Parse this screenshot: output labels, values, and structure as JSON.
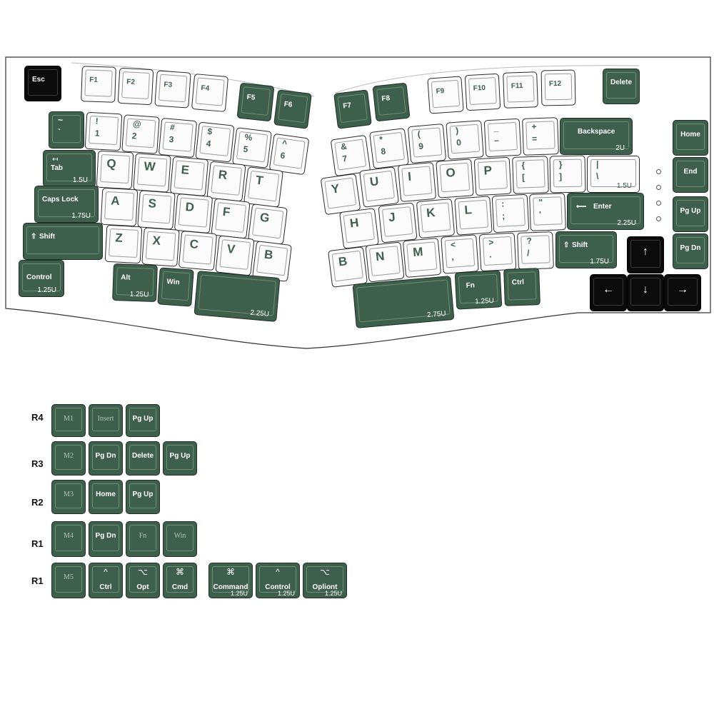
{
  "palette": {
    "green": "#3e5f4b",
    "white": "#fbfbfb",
    "black": "#0b0b0b"
  },
  "keyboard": {
    "esc": "Esc",
    "fn_left": [
      "F1",
      "F2",
      "F3",
      "F4",
      "F5",
      "F6"
    ],
    "fn_right": [
      "F7",
      "F8",
      "F9",
      "F10",
      "F11",
      "F12"
    ],
    "delete": "Delete",
    "tilde": {
      "top": "~",
      "bottom": "`"
    },
    "num_left": [
      {
        "top": "!",
        "bottom": "1"
      },
      {
        "top": "@",
        "bottom": "2"
      },
      {
        "top": "#",
        "bottom": "3"
      },
      {
        "top": "$",
        "bottom": "4"
      },
      {
        "top": "%",
        "bottom": "5"
      },
      {
        "top": "^",
        "bottom": "6"
      }
    ],
    "num_right": [
      {
        "top": "&",
        "bottom": "7"
      },
      {
        "top": "*",
        "bottom": "8"
      },
      {
        "top": "(",
        "bottom": "9"
      },
      {
        "top": ")",
        "bottom": "0"
      },
      {
        "top": "_",
        "bottom": "–"
      },
      {
        "top": "+",
        "bottom": "="
      }
    ],
    "backspace": {
      "label": "Backspace",
      "unit": "2U"
    },
    "home": "Home",
    "end": "End",
    "pgup": "Pg Up",
    "pgdn": "Pg Dn",
    "tab": {
      "label": "Tab",
      "unit": "1.5U"
    },
    "q_left": [
      "Q",
      "W",
      "E",
      "R",
      "T"
    ],
    "q_right": [
      "Y",
      "U",
      "I",
      "O",
      "P"
    ],
    "brackets": [
      {
        "top": "{",
        "bottom": "["
      },
      {
        "top": "}",
        "bottom": "]"
      },
      {
        "top": "|",
        "bottom": "\\"
      }
    ],
    "backslash_unit": "1.5U",
    "caps": {
      "label": "Caps Lock",
      "unit": "1.75U"
    },
    "a_left": [
      "A",
      "S",
      "D",
      "F",
      "G"
    ],
    "a_right": [
      "H",
      "J",
      "K",
      "L"
    ],
    "semi": {
      "top": ":",
      "bottom": ";"
    },
    "quote": {
      "top": "\"",
      "bottom": "'"
    },
    "enter": {
      "label": "Enter",
      "unit": "2.25U"
    },
    "lshift": "Shift",
    "z_left": [
      "Z",
      "X",
      "C",
      "V",
      "B"
    ],
    "z_right": [
      "B",
      "N",
      "M"
    ],
    "comma": {
      "top": "<",
      "bottom": ","
    },
    "period": {
      "top": ">",
      "bottom": "."
    },
    "slash": {
      "top": "?",
      "bottom": "/"
    },
    "rshift": {
      "label": "Shift",
      "unit": "1.75U"
    },
    "control": {
      "label": "Control",
      "unit": "1.25U"
    },
    "alt": {
      "label": "Alt",
      "unit": "1.25U"
    },
    "win": "Win",
    "space_left_unit": "2.25U",
    "space_right_unit": "2.75U",
    "fn": {
      "label": "Fn",
      "unit": "1.25U"
    },
    "ctrl": "Ctrl",
    "arrows": {
      "up": "↑",
      "left": "←",
      "down": "↓",
      "right": "→"
    }
  },
  "extras": {
    "r4": {
      "label": "R4",
      "keys": [
        "M1",
        "Insert",
        "Pg Up"
      ]
    },
    "r3": {
      "label": "R3",
      "keys": [
        "M2",
        "Pg Dn",
        "Delete",
        "Pg Up"
      ]
    },
    "r2": {
      "label": "R2",
      "keys": [
        "M3",
        "Home",
        "Pg Up"
      ]
    },
    "r1a": {
      "label": "R1",
      "keys": [
        "M4",
        "Pg Dn",
        "Fn",
        "Win"
      ]
    },
    "r1b": {
      "label": "R1",
      "m5": "M5",
      "ctrl": {
        "icon": "^",
        "label": "Ctrl"
      },
      "opt": {
        "icon": "⌥",
        "label": "Opt"
      },
      "cmd": {
        "icon": "⌘",
        "label": "Cmd"
      },
      "command": {
        "icon": "⌘",
        "label": "Command",
        "unit": "1.25U"
      },
      "control": {
        "icon": "^",
        "label": "Control",
        "unit": "1.25U"
      },
      "option": {
        "icon": "⌥",
        "label": "Opliont",
        "unit": "1.25U"
      }
    }
  }
}
